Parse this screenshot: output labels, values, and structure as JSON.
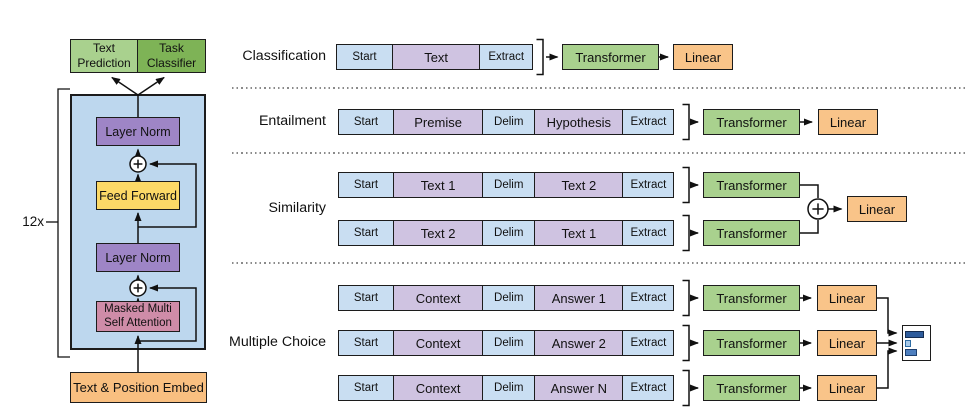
{
  "left_diagram": {
    "repeat_label": "12x",
    "heads": [
      {
        "label": "Text Prediction"
      },
      {
        "label": "Task Classifier"
      }
    ],
    "blocks": [
      {
        "label": "Layer Norm"
      },
      {
        "label": "Feed Forward"
      },
      {
        "label": "Layer Norm"
      },
      {
        "label": "Masked Multi Self Attention"
      }
    ],
    "embed_label": "Text & Position Embed",
    "plus_symbol": "+"
  },
  "tasks": [
    {
      "label": "Classification",
      "strips": [
        {
          "tokens": [
            "Start",
            "Text",
            "Extract"
          ]
        }
      ],
      "transformer_label": "Transformer",
      "linear_label": "Linear"
    },
    {
      "label": "Entailment",
      "strips": [
        {
          "tokens": [
            "Start",
            "Premise",
            "Delim",
            "Hypothesis",
            "Extract"
          ]
        }
      ],
      "transformer_label": "Transformer",
      "linear_label": "Linear"
    },
    {
      "label": "Similarity",
      "strips": [
        {
          "tokens": [
            "Start",
            "Text 1",
            "Delim",
            "Text 2",
            "Extract"
          ]
        },
        {
          "tokens": [
            "Start",
            "Text 2",
            "Delim",
            "Text 1",
            "Extract"
          ]
        }
      ],
      "transformer_label": "Transformer",
      "linear_label": "Linear",
      "plus_symbol": "+"
    },
    {
      "label": "Multiple Choice",
      "strips": [
        {
          "tokens": [
            "Start",
            "Context",
            "Delim",
            "Answer 1",
            "Extract"
          ]
        },
        {
          "tokens": [
            "Start",
            "Context",
            "Delim",
            "Answer 2",
            "Extract"
          ]
        },
        {
          "tokens": [
            "Start",
            "Context",
            "Delim",
            "Answer N",
            "Extract"
          ]
        }
      ],
      "transformer_label": "Transformer",
      "linear_label": "Linear"
    }
  ],
  "colors": {
    "token_blue": "#C9DEF2",
    "token_purple": "#CFC3E1",
    "transformer_green": "#A9D18E",
    "linear_orange": "#F9C489",
    "head_light_green": "#A9D18E",
    "head_dark_green": "#7EB356",
    "layer_norm_purple": "#9E85C6",
    "feed_forward_yellow": "#FCD967",
    "attention_pink": "#CF8CA8",
    "embed_orange": "#F9BF80",
    "container_blue": "#BDD7EE",
    "softmax_bar_colors": [
      "#2E5C9C",
      "#A8C9E8",
      "#4E7FBF"
    ]
  }
}
